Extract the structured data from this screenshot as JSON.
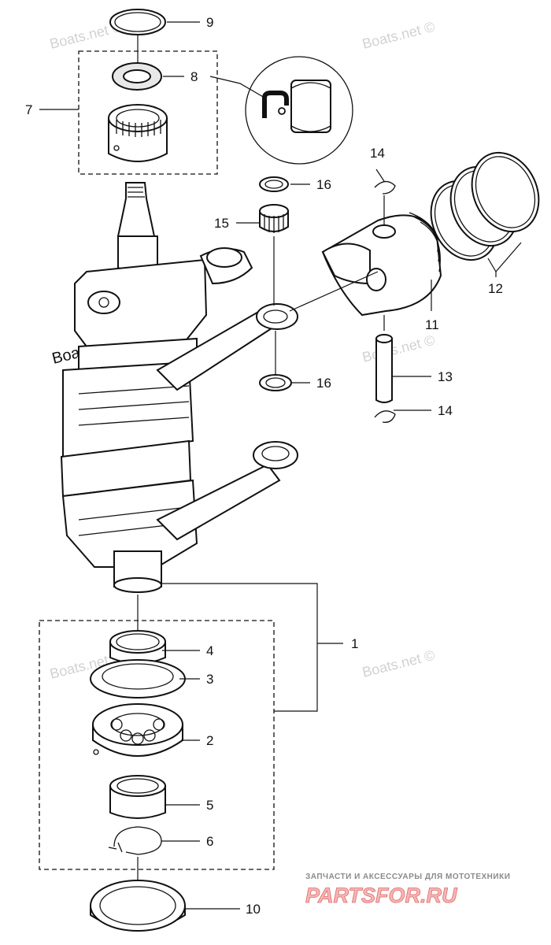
{
  "callouts": {
    "c1": "1",
    "c2": "2",
    "c3": "3",
    "c4": "4",
    "c5": "5",
    "c6": "6",
    "c7": "7",
    "c8": "8",
    "c9": "9",
    "c10": "10",
    "c11": "11",
    "c12": "12",
    "c13": "13",
    "c14a": "14",
    "c14b": "14",
    "c15": "15",
    "c16a": "16",
    "c16b": "16"
  },
  "watermarks": {
    "w1": "Boats.net ©",
    "w2": "Boats.net ©",
    "w3": "Boats.net ©",
    "w4": "Boats.net ©",
    "w5": "Boats.net ©",
    "w6": "Boats.net ©"
  },
  "brand": {
    "tagline": "ЗАПЧАСТИ И АКСЕССУАРЫ ДЛЯ МОТОТЕХНИКИ",
    "logo": "PARTSFOR.RU"
  },
  "icons": {
    "grease": "grease-application-icon"
  }
}
